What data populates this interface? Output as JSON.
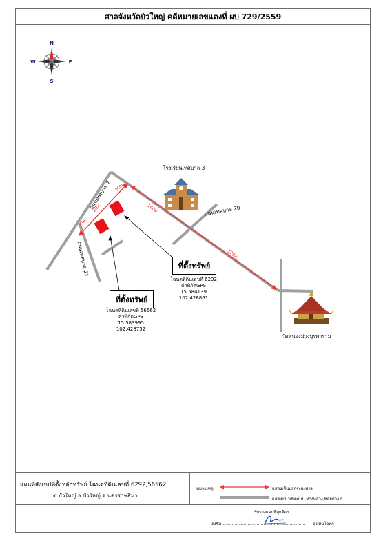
{
  "header": {
    "title": "ศาลจังหวัดบัวใหญ่ คดีหมายเลขแดงที่ ผบ 729/2559"
  },
  "compass": {
    "n": "N",
    "s": "S",
    "e": "E",
    "w": "W",
    "icon": "compass-rose-icon"
  },
  "roads": {
    "road7": "ถนนเทศบาล 7",
    "road20": "ถนนเทศบาล 20",
    "road21": "ถนนเทศบาล 21"
  },
  "distances": {
    "d50": "50ม.",
    "d20": "20ม.",
    "d40": "40ม.",
    "d140": "140ม.",
    "d320": "320ม."
  },
  "landmarks": {
    "school": "โรงเรียนเทศบาล 3",
    "temple": "วัดหนองม่วงบูรพาราม"
  },
  "property1": {
    "label": "ที่ตั้งทรัพย์",
    "deed": "โฉนดที่ดินเลขที่ 6292",
    "gps_title": "ค่าพิกัดGPS",
    "lat": "15.584139",
    "lon": "102.428861"
  },
  "property2": {
    "label": "ที่ตั้งทรัพย์",
    "deed": "โฉนดที่ดินเลขที่ 56562",
    "gps_title": "ค่าพิกัดGPS",
    "lat": "15.583995",
    "lon": "102.428752"
  },
  "footer": {
    "line1": "แผนที่สังเขปที่ตั้งหลักทรัพย์ โฉนดที่ดินเลขที่ 6292,56562",
    "line2": "ต.บัวใหญ่  อ.บัวใหญ่  จ.นครราชสีมา",
    "legend_title": "หมายเหตุ",
    "legend_red": "แสดงเส้นบอกระยะทาง",
    "legend_gray": "แสดงแนวเขตถนน,ทางหลวง,ซอยต่าง ๆ"
  },
  "signature": {
    "certify": "รับรองแผนที่ถูกต้อง",
    "sign_prefix": "ลงชื่อ................................................................",
    "sign_suffix": "ผู้แทนโจทก์"
  },
  "colors": {
    "road": "#a0a0a0",
    "distance": "#e53935",
    "property": "#e8141b"
  }
}
